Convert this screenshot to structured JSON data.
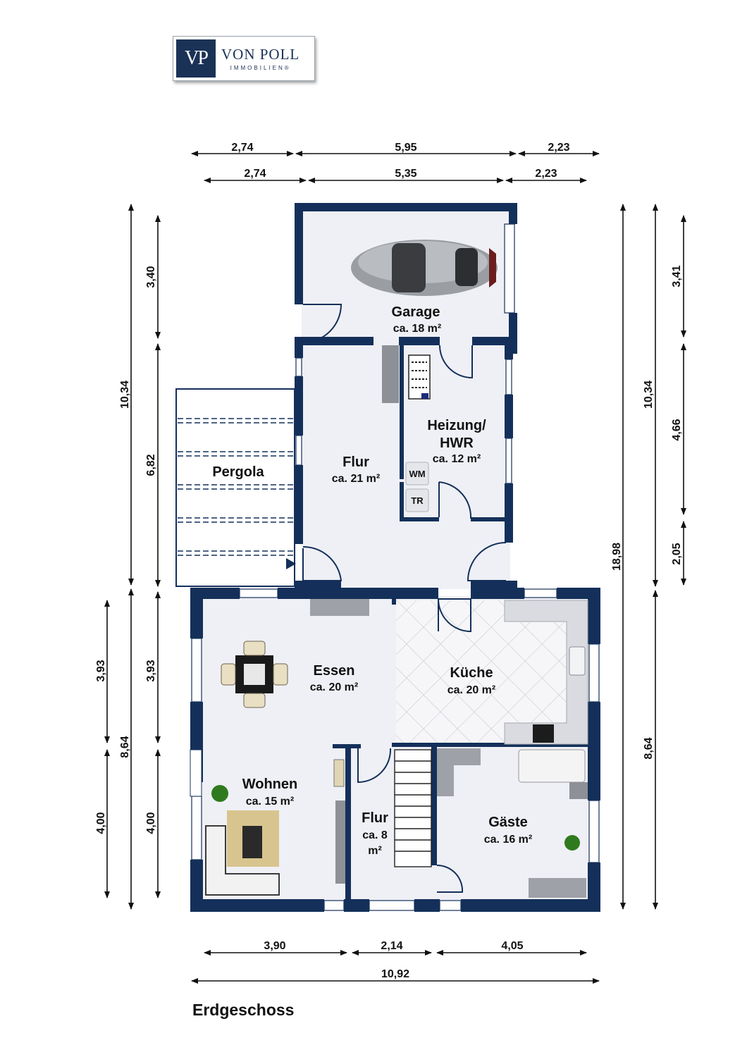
{
  "logo": {
    "mark": "VP",
    "name": "VON POLL",
    "sub": "IMMOBILIEN®"
  },
  "floor_title": "Erdgeschoss",
  "rooms": {
    "garage": {
      "name": "Garage",
      "area": "ca. 18 m²"
    },
    "flur_top": {
      "name": "Flur",
      "area": "ca. 21  m²"
    },
    "heizung": {
      "name1": "Heizung/",
      "name2": "HWR",
      "area": "ca. 12 m²"
    },
    "pergola": {
      "name": "Pergola"
    },
    "essen": {
      "name": "Essen",
      "area": "ca. 20 m²"
    },
    "kueche": {
      "name": "Küche",
      "area": "ca. 20 m²"
    },
    "wohnen": {
      "name": "Wohnen",
      "area": "ca. 15 m²"
    },
    "flur_bottom": {
      "name": "Flur",
      "area1": "ca. 8",
      "area2": "m²"
    },
    "gaeste": {
      "name": "Gäste",
      "area": "ca. 16 m²"
    }
  },
  "appliances": {
    "wm": "WM",
    "tr": "TR"
  },
  "dimensions": {
    "top_row1": [
      "2,74",
      "5,95",
      "2,23"
    ],
    "top_row2": [
      "2,74",
      "5,35",
      "2,23"
    ],
    "left_outer": [
      "10,34",
      "8,64"
    ],
    "left_inner": [
      "3,40",
      "6,82",
      "3,93",
      "4,00"
    ],
    "left_far": [
      "3,93",
      "4,00"
    ],
    "right_inner": [
      "10,34",
      "18,98"
    ],
    "right_mid": [
      "8,64"
    ],
    "right_outer": [
      "3,41",
      "4,66",
      "2,05"
    ],
    "bottom_row1": [
      "3,90",
      "2,14",
      "4,05"
    ],
    "bottom_total": "10,92"
  },
  "colors": {
    "wall": "#14305a",
    "floor": "#eff0f5",
    "tile_line": "#c9cbd3"
  }
}
